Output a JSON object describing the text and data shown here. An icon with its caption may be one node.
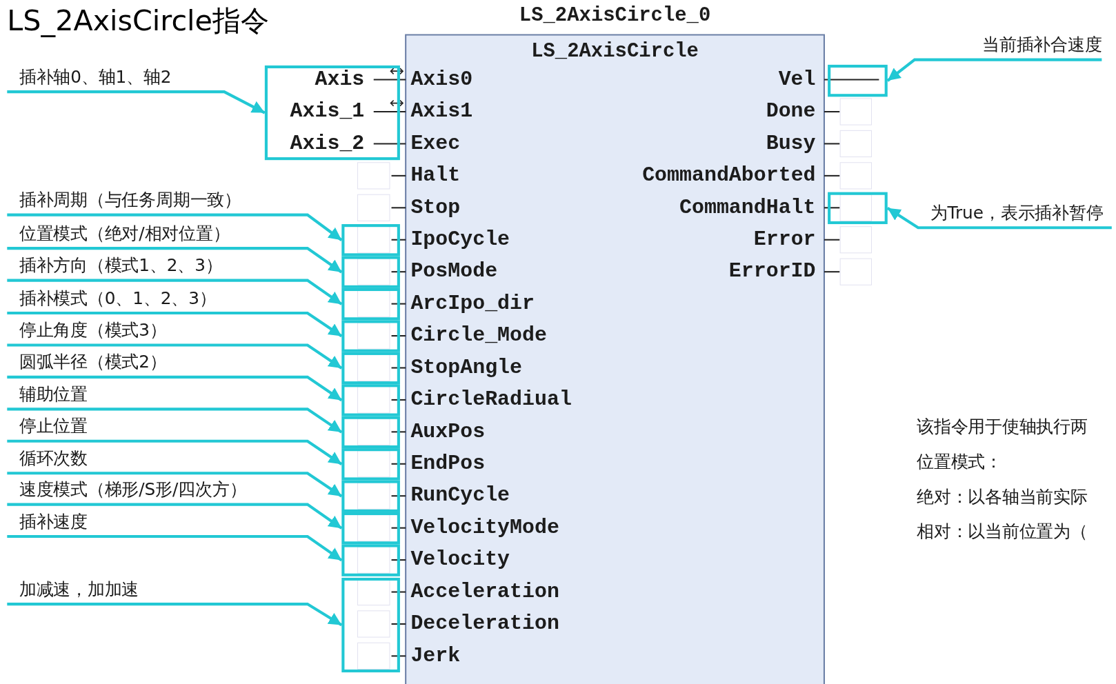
{
  "diagram": {
    "title": "LS_2AxisCircle指令",
    "nodes": [
      {
        "text": [
          "LS_2AxisCircle_0",
          "LS_2AxisCircle"
        ]
      },
      {
        "text": [
          "插补轴0、轴1、轴2"
        ]
      },
      {
        "text": [
          "Axis",
          "Axis_1",
          "Axis_2"
        ]
      },
      {
        "text": [
          "当前插补合速度"
        ]
      },
      {
        "text": [],
        "shape": "box"
      },
      {
        "text": [],
        "shape": "box"
      },
      {
        "text": [
          "为True，表示插补暂停"
        ]
      },
      {
        "text": [
          "插补周期（与任务周期一致）"
        ]
      },
      {
        "text": [],
        "shape": "box"
      },
      {
        "text": [
          "位置模式（绝对/相对位置）"
        ]
      },
      {
        "text": [],
        "shape": "box"
      },
      {
        "text": [
          "插补方向（模式1、2、3）"
        ]
      },
      {
        "text": [],
        "shape": "box"
      },
      {
        "text": [
          "插补模式（0、1、2、3）"
        ]
      },
      {
        "text": [],
        "shape": "box"
      },
      {
        "text": [
          "停止角度（模式3）"
        ]
      },
      {
        "text": [],
        "shape": "box"
      },
      {
        "text": [
          "圆弧半径（模式2）"
        ]
      },
      {
        "text": [],
        "shape": "box"
      },
      {
        "text": [
          "辅助位置"
        ]
      },
      {
        "text": [],
        "shape": "box"
      },
      {
        "text": [
          "停止位置"
        ]
      },
      {
        "text": [],
        "shape": "box"
      },
      {
        "text": [
          "循环次数"
        ]
      },
      {
        "text": [],
        "shape": "box"
      },
      {
        "text": [
          "速度模式（梯形/S形/四次方）"
        ]
      },
      {
        "text": [],
        "shape": "box"
      },
      {
        "text": [
          "插补速度"
        ]
      },
      {
        "text": [],
        "shape": "box"
      },
      {
        "text": [
          "加减速，加加速"
        ]
      },
      {
        "text": [],
        "shape": "box"
      }
    ],
    "edges": [
      {
        "from": 1,
        "to": 2,
        "arrow": "to"
      },
      {
        "from": 3,
        "to": 4,
        "arrow": "to"
      },
      {
        "from": 6,
        "to": 5,
        "arrow": "to"
      },
      {
        "from": 7,
        "to": 8,
        "arrow": "to"
      },
      {
        "from": 9,
        "to": 10,
        "arrow": "to"
      },
      {
        "from": 11,
        "to": 12,
        "arrow": "to"
      },
      {
        "from": 13,
        "to": 14,
        "arrow": "to"
      },
      {
        "from": 15,
        "to": 16,
        "arrow": "to"
      },
      {
        "from": 17,
        "to": 18,
        "arrow": "to"
      },
      {
        "from": 19,
        "to": 20,
        "arrow": "to"
      },
      {
        "from": 21,
        "to": 22,
        "arrow": "to"
      },
      {
        "from": 23,
        "to": 24,
        "arrow": "to"
      },
      {
        "from": 25,
        "to": 26,
        "arrow": "to"
      },
      {
        "from": 27,
        "to": 28,
        "arrow": "to"
      },
      {
        "from": 29,
        "to": 30,
        "arrow": "to"
      }
    ],
    "labels": [
      "Axis0",
      "Axis1",
      "Exec",
      "Halt",
      "Stop",
      "IpoCycle",
      "PosMode",
      "ArcIpo_dir",
      "Circle_Mode",
      "StopAngle",
      "CircleRadiual",
      "AuxPos",
      "EndPos",
      "RunCycle",
      "VelocityMode",
      "Velocity",
      "Acceleration",
      "Deceleration",
      "Jerk",
      "Vel",
      "Done",
      "Busy",
      "CommandAborted",
      "CommandHalt",
      "Error",
      "ErrorID",
      "该指令用于使轴执行两",
      "位置模式：",
      "绝对：以各轴当前实际",
      "相对：以当前位置为（"
    ]
  }
}
